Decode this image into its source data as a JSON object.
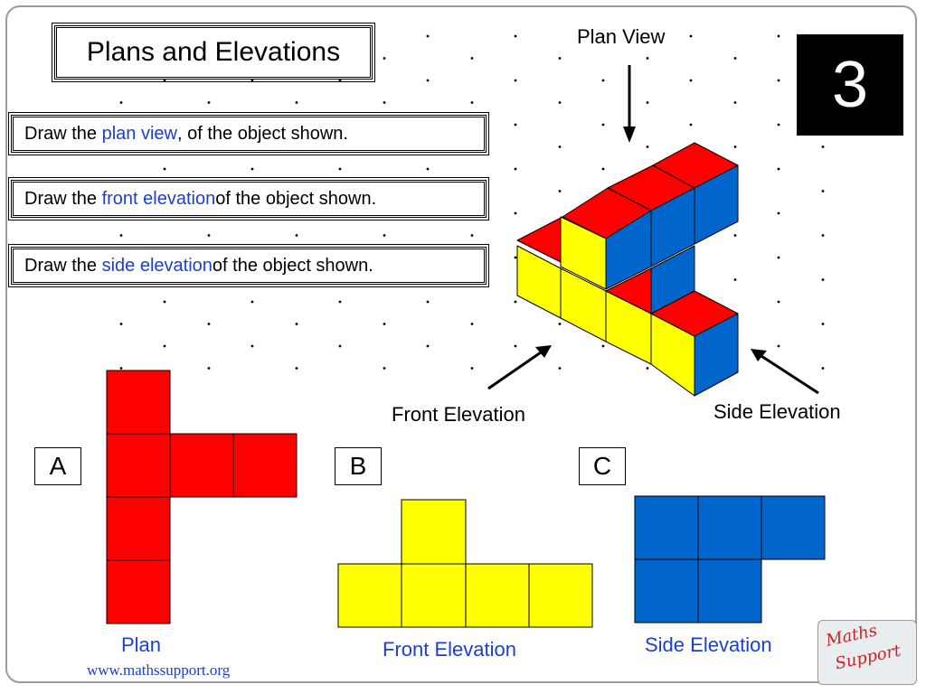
{
  "title": "Plans and Elevations",
  "slide_number": "3",
  "questions": [
    {
      "prefix": "Draw the ",
      "highlight": "plan view",
      "suffix": ", of the object shown."
    },
    {
      "prefix": "Draw the ",
      "highlight": "front elevation",
      "suffix": " of the object shown."
    },
    {
      "prefix": "Draw the ",
      "highlight": "side elevation",
      "suffix": " of the object shown."
    }
  ],
  "arrows": {
    "plan_view": "Plan View",
    "front_elevation": "Front Elevation",
    "side_elevation": "Side Elevation"
  },
  "answers": {
    "a": {
      "letter": "A",
      "caption": "Plan"
    },
    "b": {
      "letter": "B",
      "caption": "Front Elevation"
    },
    "c": {
      "letter": "C",
      "caption": "Side Elevation"
    }
  },
  "footer": {
    "url": "www.mathssupport.org"
  },
  "logo": {
    "line1": "Maths",
    "line2": "Support"
  },
  "colors": {
    "plan": "#ff0000",
    "front": "#ffff00",
    "side": "#0066cc",
    "highlight": "#1a3fd1"
  }
}
